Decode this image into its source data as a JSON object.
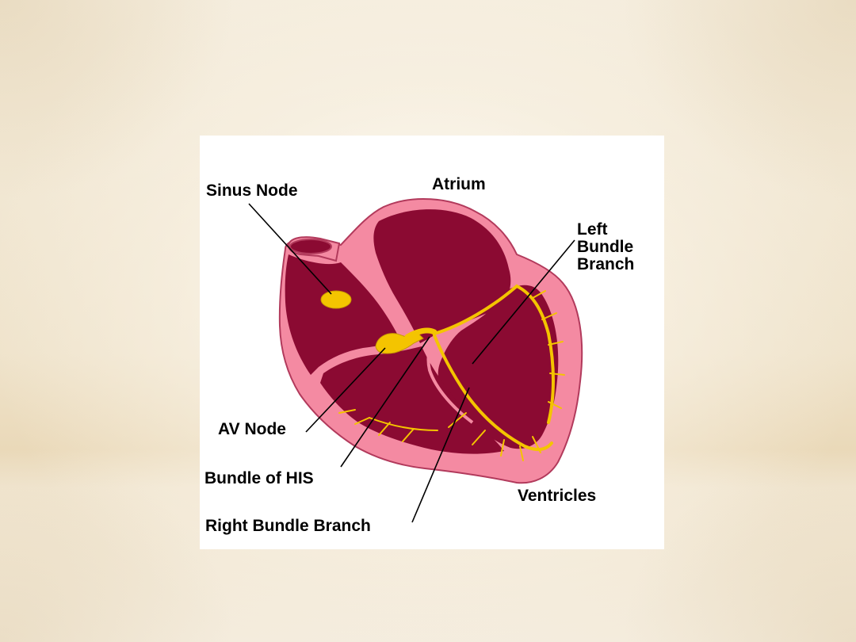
{
  "colors": {
    "heart_wall": "#f48aa2",
    "heart_wall_edge": "#b23a5c",
    "chamber_fill": "#8b0a32",
    "chamber_septum": "#f48aa2",
    "conduction_yellow": "#f4c400",
    "leader_line": "#000000",
    "panel_background": "#ffffff"
  },
  "labels": {
    "sinus_node": "Sinus Node",
    "atrium": "Atrium",
    "left_bundle_branch": "Left\nBundle\nBranch",
    "av_node": "AV Node",
    "bundle_of_his": "Bundle of HIS",
    "ventricles": "Ventricles",
    "right_bundle_branch": "Right Bundle Branch"
  }
}
